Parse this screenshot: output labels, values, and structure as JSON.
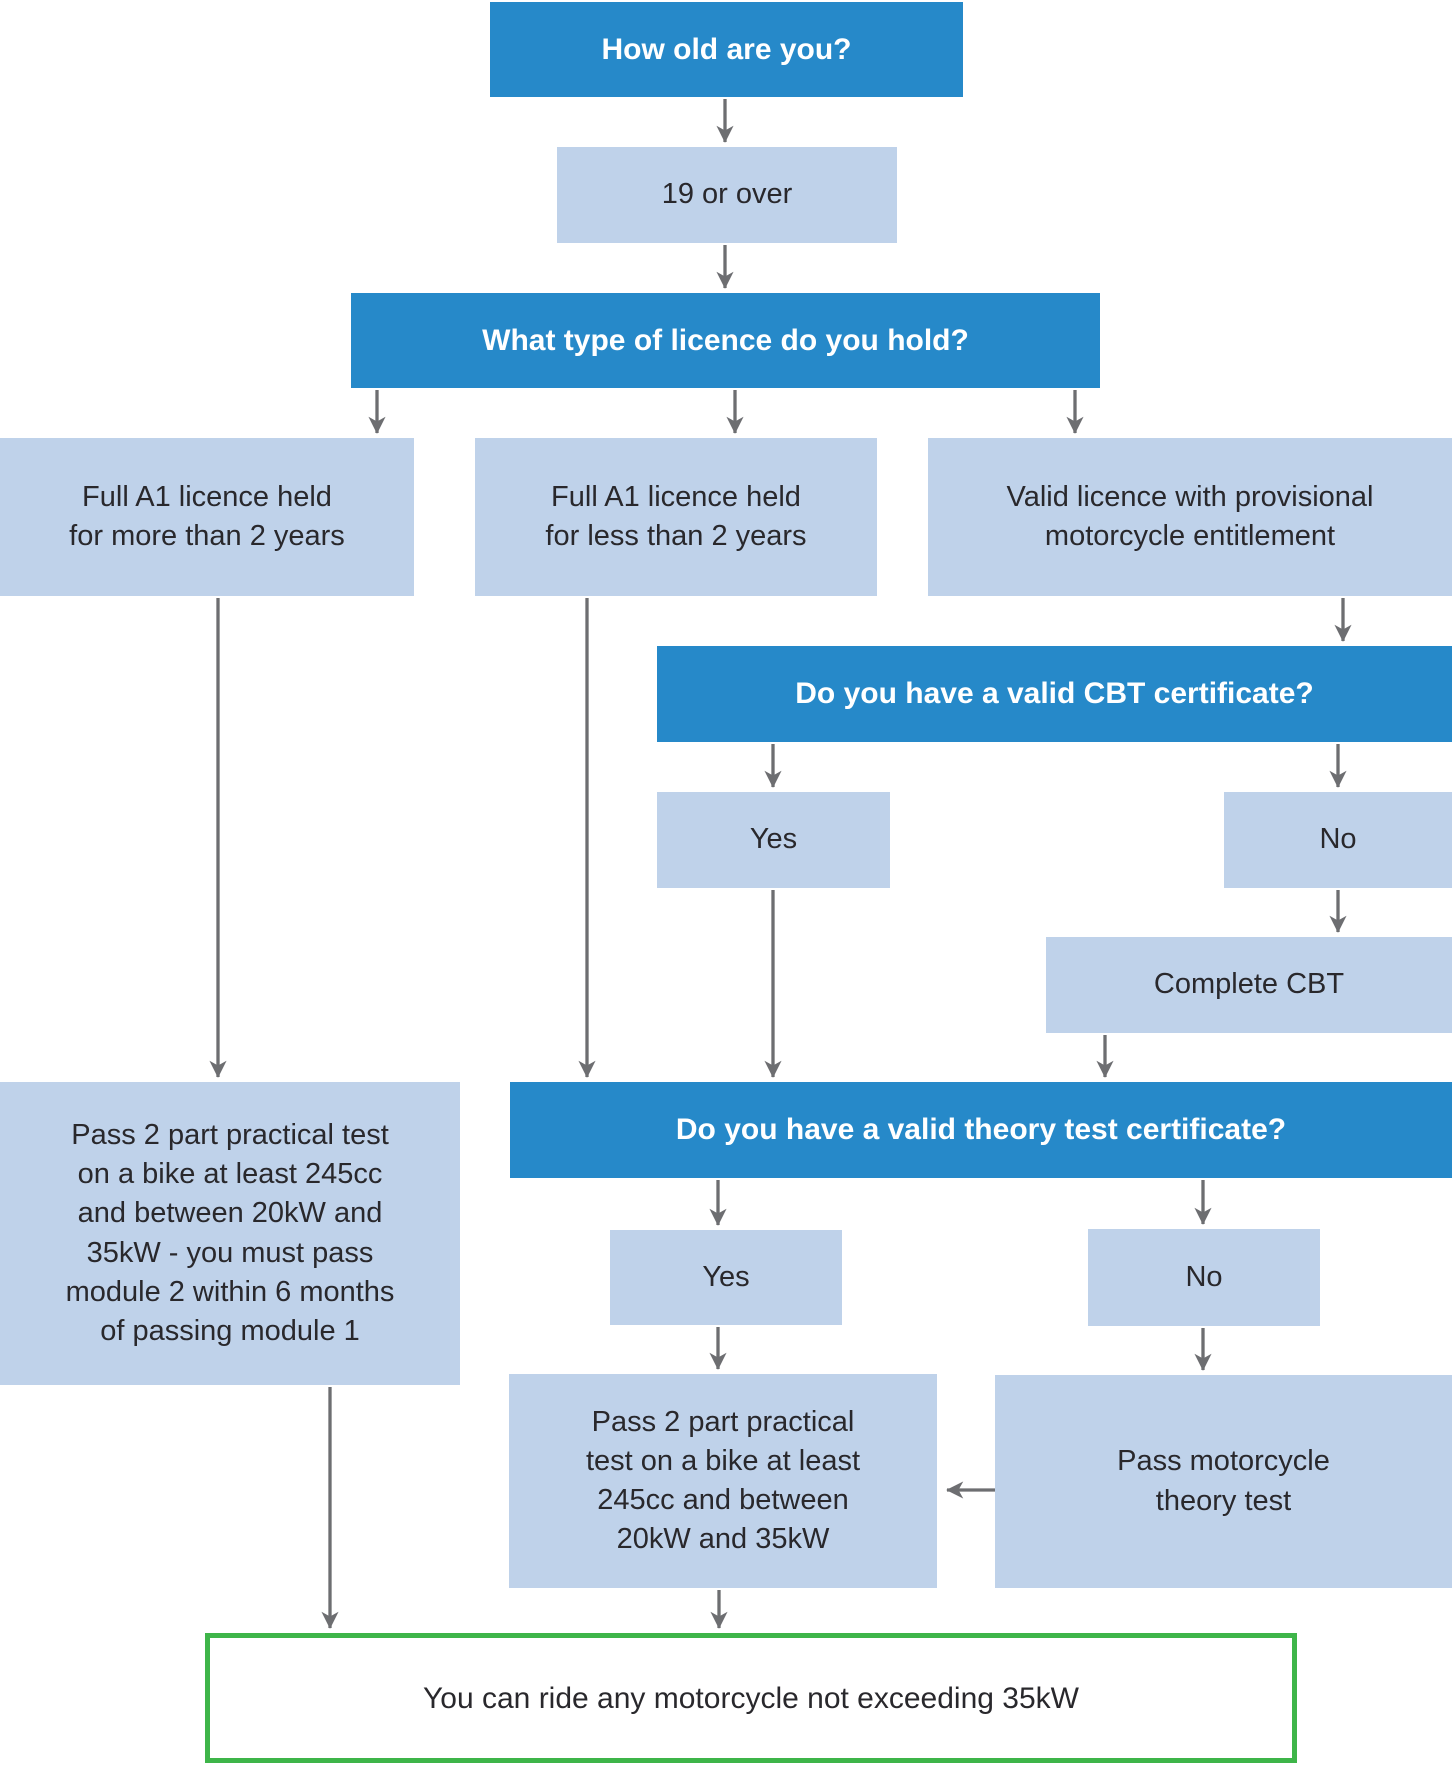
{
  "colors": {
    "question_bg": "#2689c9",
    "option_bg": "#bfd2ea",
    "question_text": "#ffffff",
    "option_text": "#29282c",
    "arrow": "#6d6e71",
    "outcome_border": "#3eb549"
  },
  "nodes": {
    "q_age": {
      "kind": "question",
      "label": "How old are you?"
    },
    "age_19": {
      "kind": "option",
      "label": "19 or over"
    },
    "q_licence": {
      "kind": "question",
      "label": "What type of licence do you hold?"
    },
    "full_a1_more_2": {
      "kind": "option",
      "label": "Full A1 licence held\nfor more than 2 years"
    },
    "full_a1_less_2": {
      "kind": "option",
      "label": "Full A1 licence held\nfor less than 2 years"
    },
    "provisional": {
      "kind": "option",
      "label": "Valid licence with provisional\nmotorcycle entitlement"
    },
    "q_cbt": {
      "kind": "question",
      "label": "Do you have a valid CBT certificate?"
    },
    "cbt_yes": {
      "kind": "option",
      "label": "Yes"
    },
    "cbt_no": {
      "kind": "option",
      "label": "No"
    },
    "complete_cbt": {
      "kind": "option",
      "label": "Complete CBT"
    },
    "q_theory": {
      "kind": "question",
      "label": "Do you have a valid theory test certificate?"
    },
    "theory_yes": {
      "kind": "option",
      "label": "Yes"
    },
    "theory_no": {
      "kind": "option",
      "label": "No"
    },
    "practical_module": {
      "kind": "option",
      "label": "Pass 2 part practical test\non a bike at least 245cc\nand between 20kW and\n35kW - you must pass\nmodule 2 within 6 months\nof passing module 1"
    },
    "practical": {
      "kind": "option",
      "label": "Pass 2 part practical\ntest on a bike at least\n245cc and between\n20kW and 35kW"
    },
    "pass_theory": {
      "kind": "option",
      "label": "Pass motorcycle\ntheory test"
    },
    "outcome": {
      "kind": "outcome",
      "label": "You can ride any motorcycle not exceeding 35kW"
    }
  },
  "edges": [
    {
      "from": "q_age",
      "to": "age_19"
    },
    {
      "from": "age_19",
      "to": "q_licence"
    },
    {
      "from": "q_licence",
      "to": "full_a1_more_2"
    },
    {
      "from": "q_licence",
      "to": "full_a1_less_2"
    },
    {
      "from": "q_licence",
      "to": "provisional"
    },
    {
      "from": "provisional",
      "to": "q_cbt"
    },
    {
      "from": "q_cbt",
      "to": "cbt_yes"
    },
    {
      "from": "q_cbt",
      "to": "cbt_no"
    },
    {
      "from": "cbt_no",
      "to": "complete_cbt"
    },
    {
      "from": "full_a1_less_2",
      "to": "q_theory"
    },
    {
      "from": "cbt_yes",
      "to": "q_theory"
    },
    {
      "from": "complete_cbt",
      "to": "q_theory"
    },
    {
      "from": "q_theory",
      "to": "theory_yes"
    },
    {
      "from": "q_theory",
      "to": "theory_no"
    },
    {
      "from": "theory_yes",
      "to": "practical"
    },
    {
      "from": "theory_no",
      "to": "pass_theory"
    },
    {
      "from": "pass_theory",
      "to": "practical"
    },
    {
      "from": "full_a1_more_2",
      "to": "practical_module"
    },
    {
      "from": "practical_module",
      "to": "outcome"
    },
    {
      "from": "practical",
      "to": "outcome"
    }
  ]
}
